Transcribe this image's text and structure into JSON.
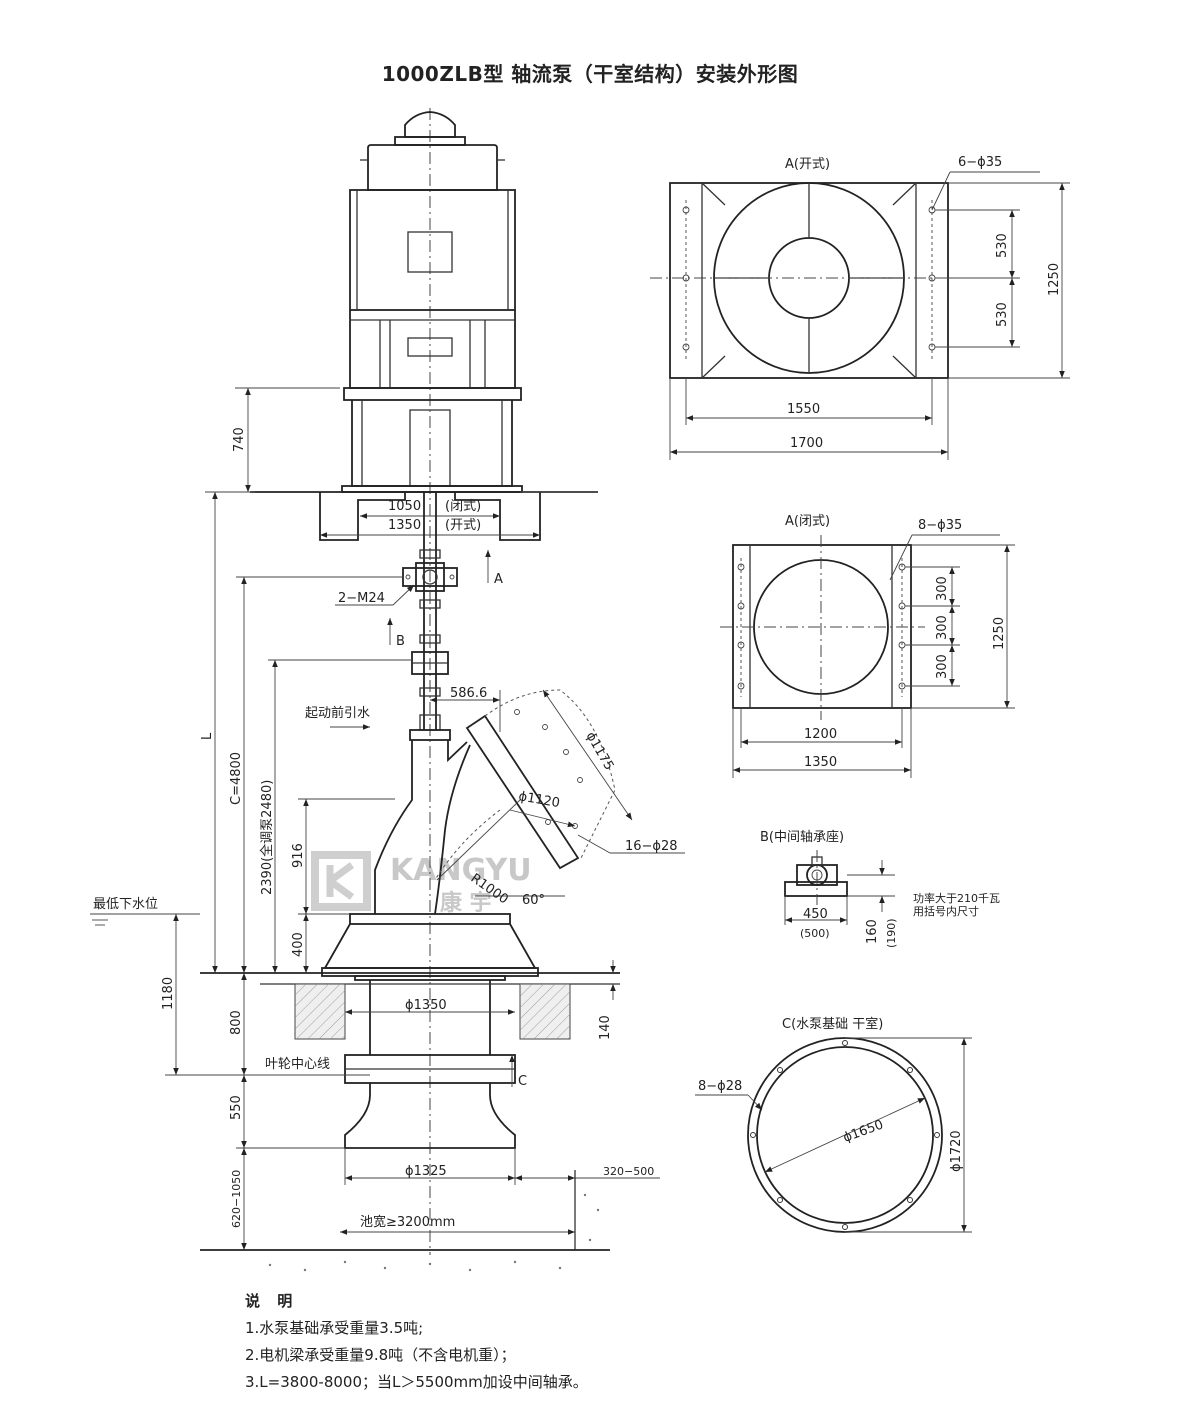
{
  "title": "1000ZLB型 轴流泵（干室结构）安装外形图",
  "main_view": {
    "dim_740": "740",
    "dim_1050": "1050",
    "label_closed": "(闭式)",
    "dim_1350": "1350",
    "label_open": "(开式)",
    "label_A": "A",
    "label_B": "B",
    "label_C": "C",
    "label_2m24": "2−M24",
    "dim_5866": "586.6",
    "label_prime": "起动前引水",
    "dim_L": "L",
    "dim_C4800": "C=4800",
    "dim_2390": "2390(全调泵2480)",
    "dim_916": "916",
    "dim_400": "400",
    "dim_d1175": "ϕ1175",
    "dim_d1120": "ϕ1120",
    "dim_16d28": "16−ϕ28",
    "dim_R1000": "R1000",
    "dim_60": "60°",
    "label_low_water": "最低下水位",
    "dim_1180": "1180",
    "dim_800": "800",
    "dim_d1350": "ϕ1350",
    "dim_140": "140",
    "label_impeller": "叶轮中心线",
    "dim_550": "550",
    "dim_d1325": "ϕ1325",
    "dim_320_500": "320−500",
    "dim_620_1050": "620−1050",
    "label_pool": "池宽≥3200mm",
    "watermark_en": "KANGYU",
    "watermark_cn": "康 宇"
  },
  "view_A_open": {
    "title": "A(开式)",
    "holes": "6−ϕ35",
    "dim_530a": "530",
    "dim_530b": "530",
    "dim_1250": "1250",
    "dim_1550": "1550",
    "dim_1700": "1700"
  },
  "view_A_closed": {
    "title": "A(闭式)",
    "holes": "8−ϕ35",
    "dim_300a": "300",
    "dim_300b": "300",
    "dim_300c": "300",
    "dim_1250": "1250",
    "dim_1200": "1200",
    "dim_1350": "1350"
  },
  "view_B": {
    "title": "B(中间轴承座)",
    "dim_450": "450",
    "dim_500": "(500)",
    "dim_160": "160",
    "dim_190": "(190)",
    "note_line1": "功率大于210千瓦",
    "note_line2": "用括号内尺寸"
  },
  "view_C": {
    "title": "C(水泵基础  干室)",
    "holes": "8−ϕ28",
    "dim_d1650": "ϕ1650",
    "dim_d1720": "ϕ1720"
  },
  "notes": {
    "heading": "说 明",
    "items": [
      "1.水泵基础承受重量3.5吨;",
      "2.电机梁承受重量9.8吨（不含电机重）；",
      "3.L=3800-8000；当L＞5500mm加设中间轴承。"
    ]
  }
}
